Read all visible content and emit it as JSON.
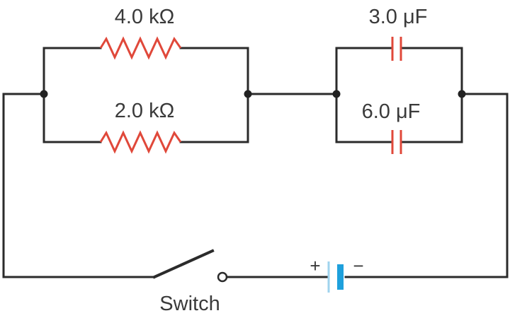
{
  "labels": {
    "r_top": "4.0 kΩ",
    "r_bottom": "2.0 kΩ",
    "c_top": "3.0 μF",
    "c_bottom": "6.0 μF",
    "switch": "Switch",
    "battery_plus": "+",
    "battery_minus": "−"
  },
  "colors": {
    "wire": "#2b2b2b",
    "resistor": "#e0483a",
    "capacitor": "#e0483a",
    "battery_long": "#1ea0dc",
    "battery_short": "#9fd3ee"
  },
  "components": [
    {
      "name": "resistor-top",
      "type": "resistor",
      "value": "4.0 kΩ"
    },
    {
      "name": "resistor-bottom",
      "type": "resistor",
      "value": "2.0 kΩ"
    },
    {
      "name": "capacitor-top",
      "type": "capacitor",
      "value": "3.0 μF"
    },
    {
      "name": "capacitor-bottom",
      "type": "capacitor",
      "value": "6.0 μF"
    },
    {
      "name": "switch",
      "type": "switch",
      "state": "open"
    },
    {
      "name": "battery",
      "type": "battery"
    }
  ]
}
